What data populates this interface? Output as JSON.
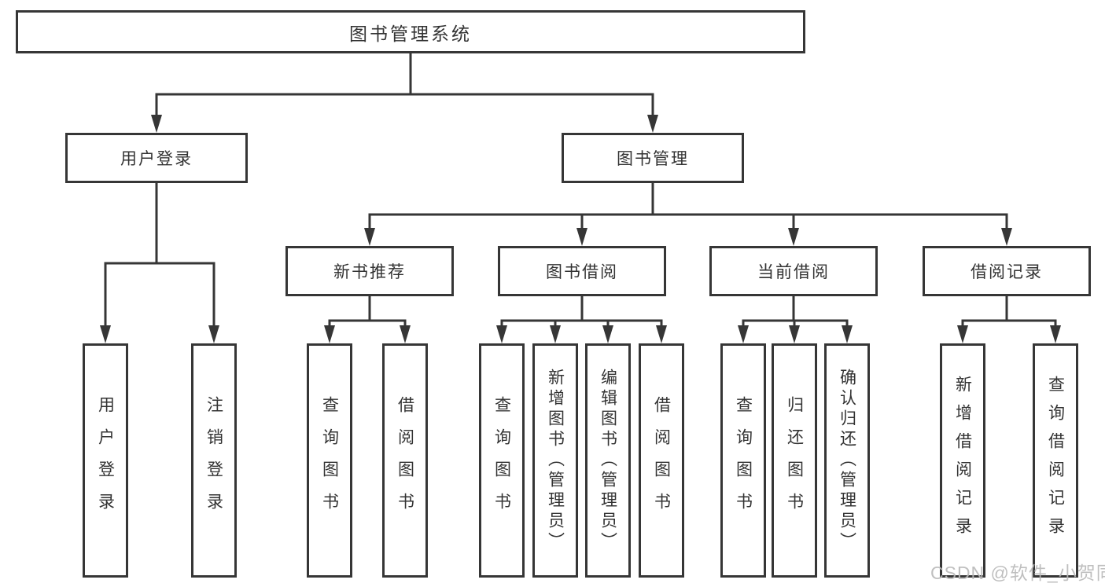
{
  "title": "图书管理系统",
  "watermark": {
    "text": "CSDN @软件_小贺同学"
  },
  "colors": {
    "line": "#363636",
    "text": "#333333",
    "background": "#ffffff",
    "watermark": "#b9b9b9"
  },
  "tree": {
    "root": {
      "label": "图书管理系统",
      "children": [
        {
          "label": "用户登录",
          "children": [
            {
              "label": "用户登录"
            },
            {
              "label": "注销登录"
            }
          ]
        },
        {
          "label": "图书管理",
          "children": [
            {
              "label": "新书推荐",
              "children": [
                {
                  "label": "查询图书"
                },
                {
                  "label": "借阅图书"
                }
              ]
            },
            {
              "label": "图书借阅",
              "children": [
                {
                  "label": "查询图书"
                },
                {
                  "label": "新增图书（管理员）"
                },
                {
                  "label": "编辑图书（管理员）"
                },
                {
                  "label": "借阅图书"
                }
              ]
            },
            {
              "label": "当前借阅",
              "children": [
                {
                  "label": "查询图书"
                },
                {
                  "label": "归还图书"
                },
                {
                  "label": "确认归还（管理员）"
                }
              ]
            },
            {
              "label": "借阅记录",
              "children": [
                {
                  "label": "新增借阅记录"
                },
                {
                  "label": "查询借阅记录"
                }
              ]
            }
          ]
        }
      ]
    }
  }
}
